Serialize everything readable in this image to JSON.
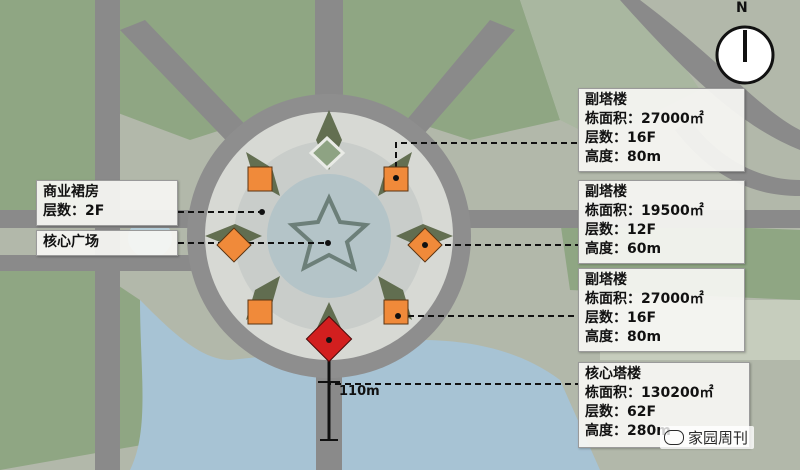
{
  "north_label": "N",
  "distance_label": "110m",
  "watermark": "家园周刊",
  "colors": {
    "tower_orange": "#f08a3a",
    "core_tower_red": "#d21f1f",
    "road": "#8a8a8a",
    "green": "#8fa683",
    "water": "#a8c5d8"
  },
  "labels": {
    "podium": {
      "line1": "商业裙房",
      "line2": "层数：2F"
    },
    "plaza": {
      "line1": "核心广场"
    },
    "tower_a": {
      "title": "副塔楼",
      "area": "栋面积：27000㎡",
      "floors": "层数：16F",
      "height": "高度：80m"
    },
    "tower_b": {
      "title": "副塔楼",
      "area": "栋面积：19500㎡",
      "floors": "层数：12F",
      "height": "高度：60m"
    },
    "tower_c": {
      "title": "副塔楼",
      "area": "栋面积：27000㎡",
      "floors": "层数：16F",
      "height": "高度：80m"
    },
    "core": {
      "title": "核心塔楼",
      "area": "栋面积：130200㎡",
      "floors": "层数：62F",
      "height": "高度：280m"
    }
  }
}
